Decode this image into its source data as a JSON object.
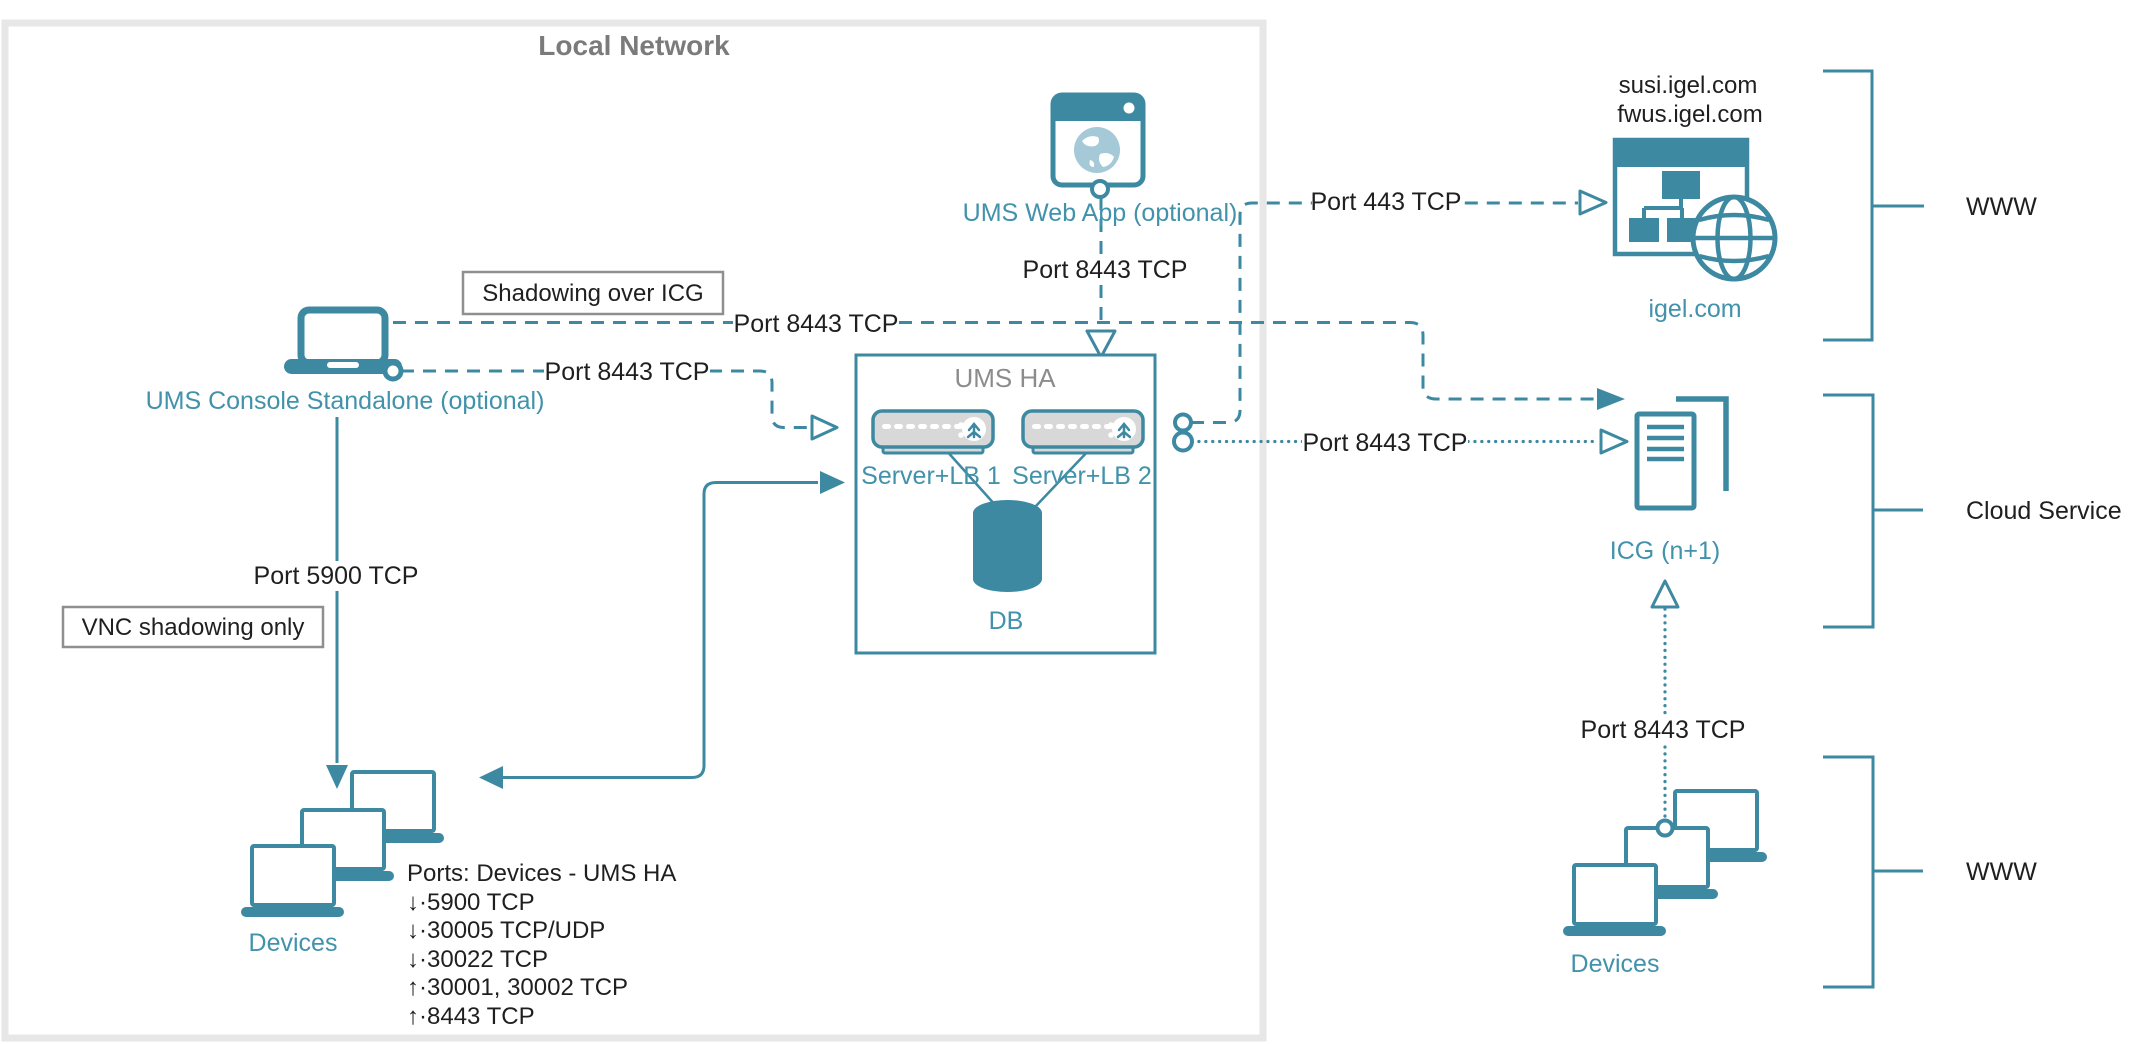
{
  "title": "Local Network",
  "nodes": {
    "console": "UMS Console Standalone (optional)",
    "webapp": "UMS Web App (optional)",
    "ums_ha": "UMS HA",
    "server1": "Server+LB 1",
    "server2": "Server+LB 2",
    "db": "DB",
    "igel": "igel.com",
    "icg": "ICG (n+1)",
    "devices_left": "Devices",
    "devices_right": "Devices"
  },
  "igel_domains": [
    "susi.igel.com",
    "fwus.igel.com"
  ],
  "callouts": {
    "shadowing": "Shadowing over ICG",
    "vnc": "VNC shadowing only"
  },
  "port_labels": {
    "p5900": "Port 5900 TCP",
    "p8443_console": "Port 8443 TCP",
    "p8443_shadowing": "Port 8443 TCP",
    "p8443_webapp": "Port 8443 TCP",
    "p443": "Port 443 TCP",
    "p8443_icg": "Port 8443 TCP",
    "p8443_devices": "Port 8443 TCP"
  },
  "ports_list": {
    "header": "Ports: Devices - UMS HA",
    "items": [
      "↓·5900 TCP",
      "↓·30005 TCP/UDP",
      "↓·30022 TCP",
      "↑·30001, 30002 TCP",
      "↑·8443 TCP"
    ]
  },
  "groups": {
    "www_top": "WWW",
    "cloud_service": "Cloud Service",
    "www_bottom": "WWW"
  },
  "colors": {
    "accent": "#3D89A2",
    "teal_text": "#4292AB",
    "server_fill": "#D8D8D8",
    "border_gray": "#E7E7E7",
    "title_gray": "#7B7B7B",
    "callout_border": "#8F8F8F",
    "black": "#1F1F1F",
    "globe_fill": "#A5C9D6"
  }
}
